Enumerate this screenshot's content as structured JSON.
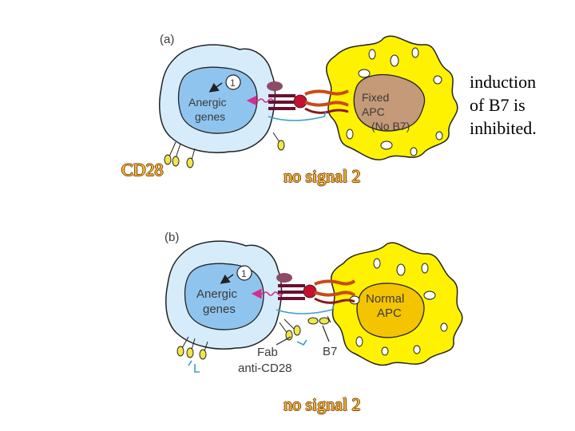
{
  "panel_a": {
    "label": "(a)",
    "step_number": "1",
    "nucleus_label": [
      "Anergic",
      "genes"
    ],
    "apc_label": [
      "Fixed",
      "APC",
      "(No B7)"
    ]
  },
  "panel_b": {
    "label": "(b)",
    "step_number": "1",
    "nucleus_label": [
      "Anergic",
      "genes"
    ],
    "apc_label": [
      "Normal",
      "APC"
    ],
    "fab_label": [
      "Fab",
      "anti-CD28"
    ],
    "b7_label": "B7"
  },
  "annotations": {
    "cd28": "CD28",
    "no_signal_top": "no signal 2",
    "no_signal_bottom": "no signal 2",
    "induction_note": [
      "induction",
      "of B7 is",
      "inhibited."
    ]
  },
  "colors": {
    "t_cell_outer": "#d6ecfb",
    "t_cell_inner": "#8fc4ee",
    "apc_fill": "#fff200",
    "apc_nucleus": "#c59a78",
    "normal_apc_nucleus": "#f5c400",
    "signal_arrow": "#d0308a",
    "tcr": "#6a1030",
    "mhc": "#c84a1a",
    "annotation_orange": "#ffb84d",
    "cd28_receptor": "#f1e64a"
  }
}
